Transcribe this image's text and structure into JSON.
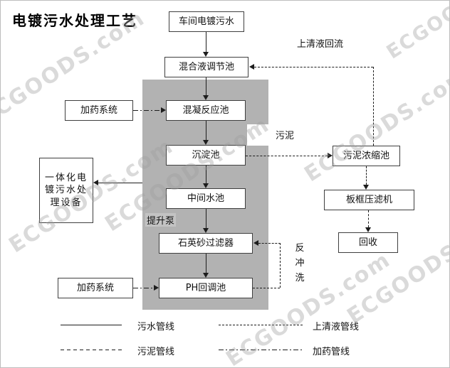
{
  "title": "电镀污水处理工艺",
  "watermark": "ECGOODS.com",
  "nodes": {
    "workshop": "车间电镀污水",
    "mixing": "混合液调节池",
    "coagulation": "混凝反应池",
    "sedimentation": "沉淀池",
    "intermediate": "中间水池",
    "quartz_filter": "石英砂过滤器",
    "ph_tank": "PH回调池",
    "dosing_top": "加药系统",
    "dosing_bottom": "加药系统",
    "integrated": "一体化电镀污水处理设备",
    "sludge_thickener": "污泥浓缩池",
    "filter_press": "板框压滤机",
    "recovery": "回收"
  },
  "labels": {
    "supernatant_reflux": "上清液回流",
    "sludge": "污泥",
    "lift_pump": "提升泵",
    "backwash": "反冲洗"
  },
  "legend": {
    "sewage": "污水管线",
    "supernatant": "上清液管线",
    "sludge": "污泥管线",
    "dosing": "加药管线"
  }
}
